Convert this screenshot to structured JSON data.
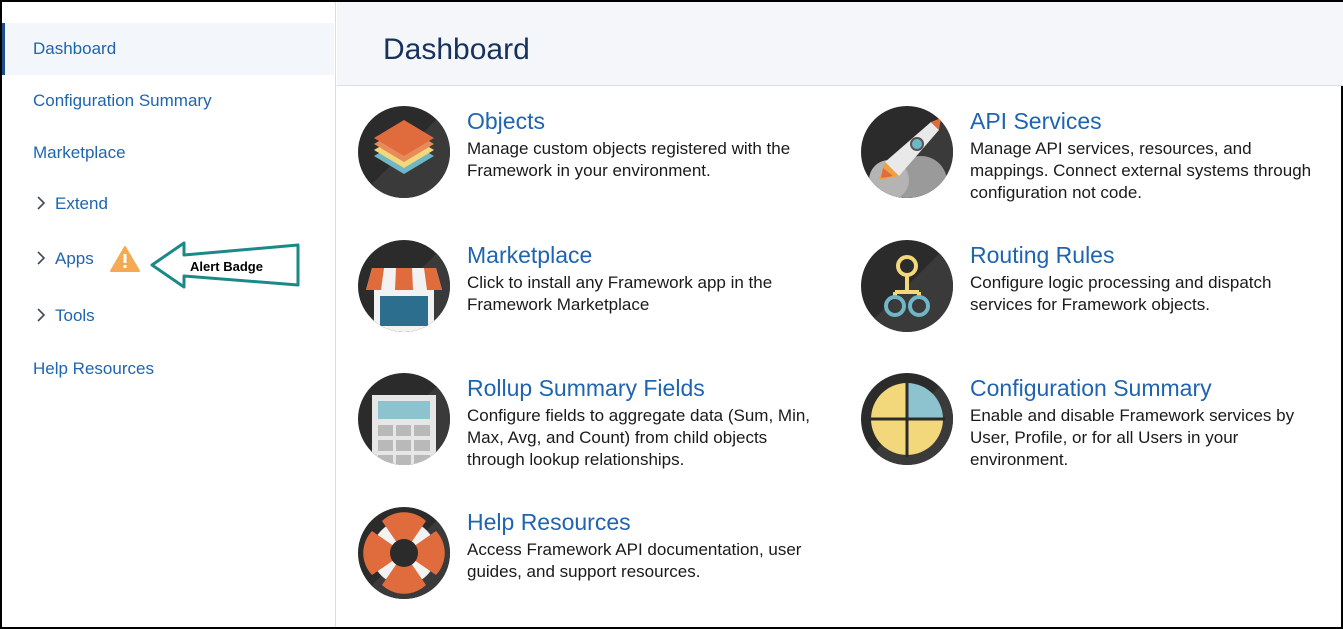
{
  "sidebar": {
    "items": [
      {
        "label": "Dashboard"
      },
      {
        "label": "Configuration Summary"
      },
      {
        "label": "Marketplace"
      },
      {
        "label": "Extend"
      },
      {
        "label": "Apps"
      },
      {
        "label": "Tools"
      },
      {
        "label": "Help Resources"
      }
    ],
    "callout": "Alert Badge"
  },
  "main": {
    "title": "Dashboard",
    "cards": [
      {
        "title": "Objects",
        "description": "Manage custom objects registered with the Framework in your environment.",
        "icon": "layers-icon"
      },
      {
        "title": "API Services",
        "description": "Manage API services, resources, and mappings. Connect external systems through configuration not code.",
        "icon": "rocket-icon"
      },
      {
        "title": "Marketplace",
        "description": "Click to install any Framework app in the Framework Marketplace",
        "icon": "storefront-icon"
      },
      {
        "title": "Routing Rules",
        "description": "Configure logic processing and dispatch services for Framework objects.",
        "icon": "routing-tree-icon"
      },
      {
        "title": "Rollup Summary Fields",
        "description": "Configure fields to aggregate data (Sum, Min, Max, Avg, and Count) from child objects through lookup relationships.",
        "icon": "calculator-icon"
      },
      {
        "title": "Configuration Summary",
        "description": "Enable and disable Framework services by User, Profile, or for all Users in your environment.",
        "icon": "pie-quadrant-icon"
      },
      {
        "title": "Help Resources",
        "description": "Access Framework API documentation, user guides, and support resources.",
        "icon": "lifebuoy-icon"
      }
    ]
  },
  "colors": {
    "link": "#1f64b0",
    "title": "#16325c",
    "warning": "#f4a953",
    "callout_border": "#1b8a86"
  }
}
